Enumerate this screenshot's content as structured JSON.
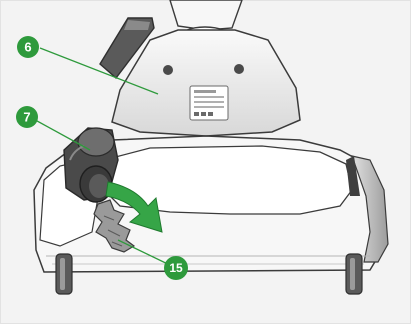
{
  "callouts": [
    {
      "label": "6"
    },
    {
      "label": "7"
    },
    {
      "label": "15"
    }
  ],
  "colors": {
    "callout_fill": "#2e9a3c",
    "leader_line": "#2e9a3c",
    "arrow": "#36a547",
    "outline": "#3b3b3b",
    "body_light": "#f7f7f7",
    "body_shade": "#c9c9c9",
    "dark_part": "#4a4a4a"
  },
  "icons": [
    "filter-cap",
    "debris-clump",
    "removal-arrow",
    "rating-label"
  ]
}
